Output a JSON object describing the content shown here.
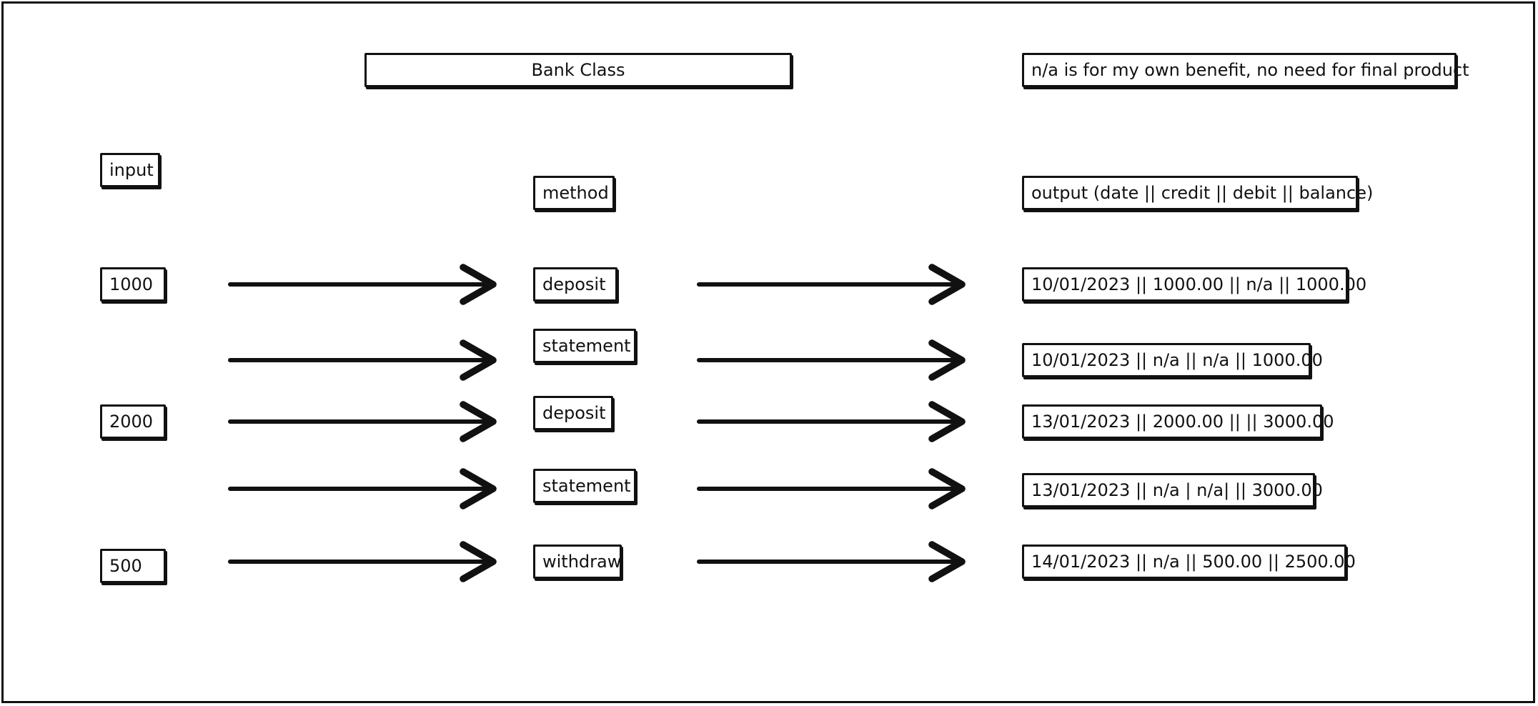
{
  "title": "Bank Class",
  "note": "n/a is for my own benefit, no need for final product",
  "headers": {
    "input": "input",
    "method": "method",
    "output": "output (date || credit || debit || balance)"
  },
  "rows": [
    {
      "input": "1000",
      "method": "deposit",
      "output": "10/01/2023 || 1000.00 || n/a || 1000.00"
    },
    {
      "input": "",
      "method": "statement",
      "output": "10/01/2023 || n/a || n/a || 1000.00"
    },
    {
      "input": "2000",
      "method": "deposit",
      "output": "13/01/2023 || 2000.00 || || 3000.00"
    },
    {
      "input": "",
      "method": "statement",
      "output": "13/01/2023 || n/a | n/a| || 3000.00"
    },
    {
      "input": "500",
      "method": "withdraw",
      "output": "14/01/2023 || n/a || 500.00 || 2500.00"
    }
  ]
}
